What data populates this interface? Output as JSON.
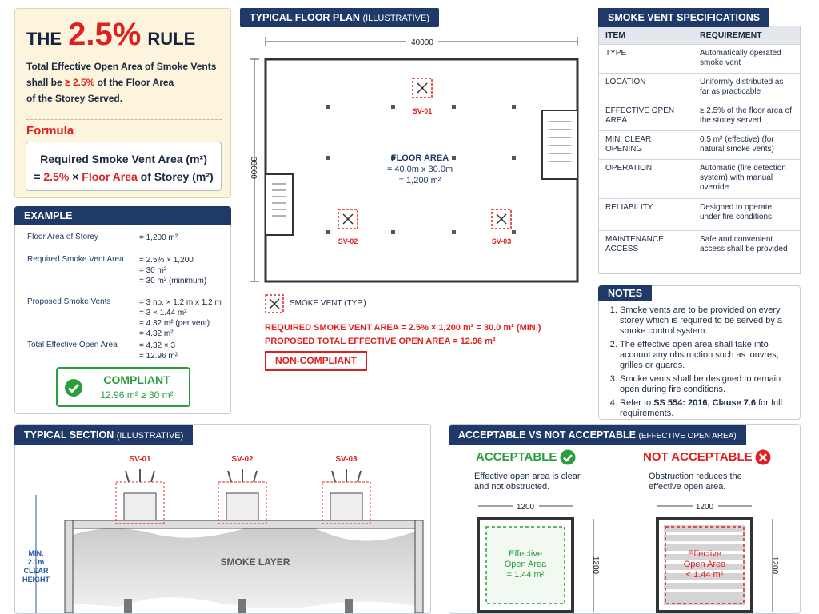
{
  "rule": {
    "title_pre": "THE",
    "title_pct": "2.5%",
    "title_post": "RULE",
    "text_line1": "Total Effective Open Area of Smoke Vents",
    "text_line2_pre": "shall be",
    "text_line2_hl": "≥ 2.5%",
    "text_line2_post": "of the Floor Area",
    "text_line3": "of the Storey Served.",
    "formula_label": "Formula",
    "formula_line1": "Required Smoke Vent Area (m²)",
    "formula_eq": "=",
    "formula_pct": "2.5%",
    "formula_times": "×",
    "formula_floor": "Floor Area",
    "formula_tail": "of Storey (m²)"
  },
  "example": {
    "heading": "EXAMPLE",
    "rows": [
      {
        "label": "Floor Area of Storey",
        "values": [
          "= 1,200 m²"
        ]
      },
      {
        "label": "Required Smoke Vent Area",
        "values": [
          "= 2.5% × 1,200",
          "= 30 m²",
          "= 30 m² (minimum)"
        ]
      },
      {
        "label": "Proposed Smoke Vents",
        "values": [
          "= 3 no. × 1.2 m x 1.2 m",
          "= 3 × 1.44 m²",
          "= 4.32 m² (per vent)",
          "= 4.32 m²"
        ]
      },
      {
        "label": "Total Effective Open Area",
        "values": [
          "= 4.32 × 3",
          "= 12.96 m²"
        ]
      }
    ],
    "compliant_label": "COMPLIANT",
    "compliant_detail": "12.96 m² ≥ 30 m²"
  },
  "floor_plan": {
    "heading": "TYPICAL FLOOR PLAN",
    "heading_sub": "(ILLUSTRATIVE)",
    "dim_width": "40000",
    "dim_height": "30000",
    "area_title": "FLOOR AREA",
    "area_dims": "= 40.0m x 30.0m",
    "area_value": "= 1,200 m²",
    "vents": [
      "SV-01",
      "SV-02",
      "SV-03"
    ],
    "legend": "SMOKE VENT (TYP.)",
    "required_line": "REQUIRED SMOKE VENT AREA = 2.5% × 1,200 m² = 30.0 m² (MIN.)",
    "proposed_line": "PROPOSED TOTAL EFFECTIVE OPEN AREA = 12.96 m²",
    "status": "NON-COMPLIANT"
  },
  "specs": {
    "heading": "SMOKE VENT SPECIFICATIONS",
    "col_item": "ITEM",
    "col_req": "REQUIREMENT",
    "rows": [
      {
        "item": "TYPE",
        "req": "Automatically operated smoke vent"
      },
      {
        "item": "LOCATION",
        "req": "Uniformly distributed as far as practicable"
      },
      {
        "item": "EFFECTIVE OPEN AREA",
        "req": "≥ 2.5% of the floor area of the storey served"
      },
      {
        "item": "MIN. CLEAR OPENING",
        "req": "0.5 m² (effective) (for natural smoke vents)"
      },
      {
        "item": "OPERATION",
        "req": "Automatic (fire detection system) with manual override"
      },
      {
        "item": "RELIABILITY",
        "req": "Designed to operate under fire conditions"
      },
      {
        "item": "MAINTENANCE ACCESS",
        "req": "Safe and convenient access shall be provided"
      }
    ]
  },
  "notes": {
    "heading": "NOTES",
    "items": [
      "Smoke vents are to be provided on every storey which is required to be served by a smoke control system.",
      "The effective open area shall take into account any obstruction such as louvres, grilles or guards.",
      "Smoke vents shall be designed to remain open during fire conditions."
    ],
    "item4_pre": "Refer to",
    "item4_ref": "SS 554: 2016, Clause 7.6",
    "item4_post": "for full requirements."
  },
  "section": {
    "heading": "TYPICAL SECTION",
    "heading_sub": "(ILLUSTRATIVE)",
    "vents": [
      "SV-01",
      "SV-02",
      "SV-03"
    ],
    "smoke_layer": "SMOKE LAYER",
    "clear_height": [
      "MIN.",
      "2.1m",
      "CLEAR",
      "HEIGHT"
    ]
  },
  "acceptable": {
    "heading": "ACCEPTABLE VS NOT ACCEPTABLE",
    "heading_sub": "(EFFECTIVE OPEN AREA)",
    "ok_title": "ACCEPTABLE",
    "ok_desc_1": "Effective open area is clear",
    "ok_desc_2": "and not obstructed.",
    "ok_dim_w": "1200",
    "ok_dim_h": "1200",
    "ok_box": [
      "Effective",
      "Open Area",
      "= 1.44 m²"
    ],
    "bad_title": "NOT ACCEPTABLE",
    "bad_desc_1": "Obstruction reduces the",
    "bad_desc_2": "effective open area.",
    "bad_dim_w": "1200",
    "bad_dim_h": "1200",
    "bad_box": [
      "Effective",
      "Open Area",
      "< 1.44 m²"
    ]
  },
  "colors": {
    "navy": "#1f3a68",
    "red": "#e02020",
    "green": "#2a9d3d",
    "rule_bg": "#fcf4dc"
  }
}
